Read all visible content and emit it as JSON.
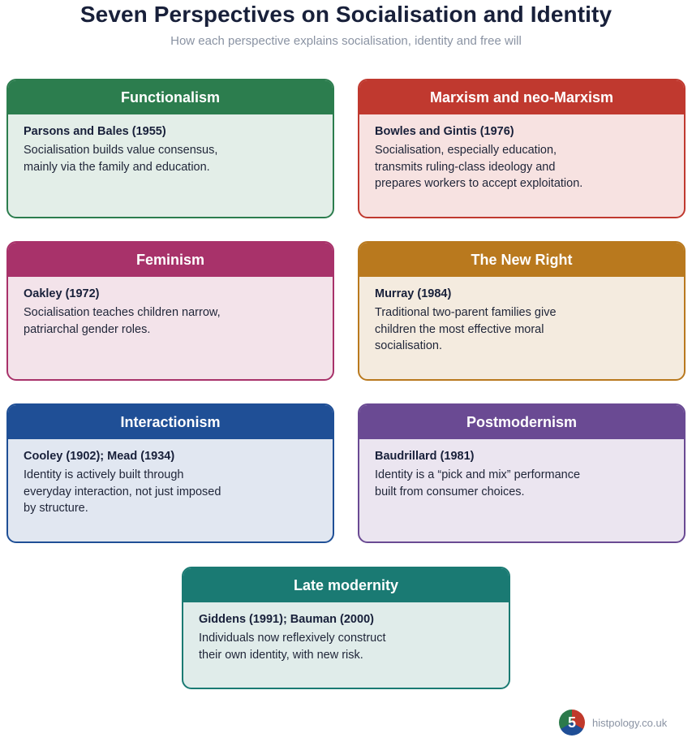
{
  "header": {
    "title": "Seven Perspectives on Socialisation and Identity",
    "subtitle": "How each perspective explains socialisation, identity and free will"
  },
  "cards": [
    {
      "title": "Functionalism",
      "author": "Parsons and Bales (1955)",
      "text": "Socialisation builds value consensus,\nmainly via the family and education.",
      "header_color": "#2c7d4e",
      "body_color": "#e3eee8",
      "border_color": "#2c7d4e"
    },
    {
      "title": "Marxism and neo-Marxism",
      "author": "Bowles and Gintis (1976)",
      "text": "Socialisation, especially education,\ntransmits ruling-class ideology and\nprepares workers to accept exploitation.",
      "header_color": "#c0392f",
      "body_color": "#f7e2e1",
      "border_color": "#c0392f"
    },
    {
      "title": "Feminism",
      "author": "Oakley (1972)",
      "text": "Socialisation teaches children narrow,\npatriarchal gender roles.",
      "header_color": "#a8326a",
      "body_color": "#f3e3ea",
      "border_color": "#a8326a"
    },
    {
      "title": "The New Right",
      "author": "Murray (1984)",
      "text": "Traditional two-parent families give\nchildren the most effective moral\nsocialisation.",
      "header_color": "#b9791e",
      "body_color": "#f4ebdf",
      "border_color": "#b9791e"
    },
    {
      "title": "Interactionism",
      "author": "Cooley (1902); Mead (1934)",
      "text": "Identity is actively built through\neveryday interaction, not just imposed\nby structure.",
      "header_color": "#1f4f96",
      "body_color": "#e1e7f1",
      "border_color": "#1f4f96"
    },
    {
      "title": "Postmodernism",
      "author": "Baudrillard (1981)",
      "text": "Identity is a “pick and mix” performance\nbuilt from consumer choices.",
      "header_color": "#6a4a93",
      "body_color": "#ebe5f0",
      "border_color": "#6a4a93"
    },
    {
      "title": "Late modernity",
      "author": "Giddens (1991); Bauman (2000)",
      "text": "Individuals now reflexively construct\ntheir own identity, with new risk.",
      "header_color": "#1a7a73",
      "body_color": "#e0ecea",
      "border_color": "#1a7a73"
    }
  ],
  "footer": {
    "logo_number": "5",
    "site": "histpology.co.uk"
  }
}
